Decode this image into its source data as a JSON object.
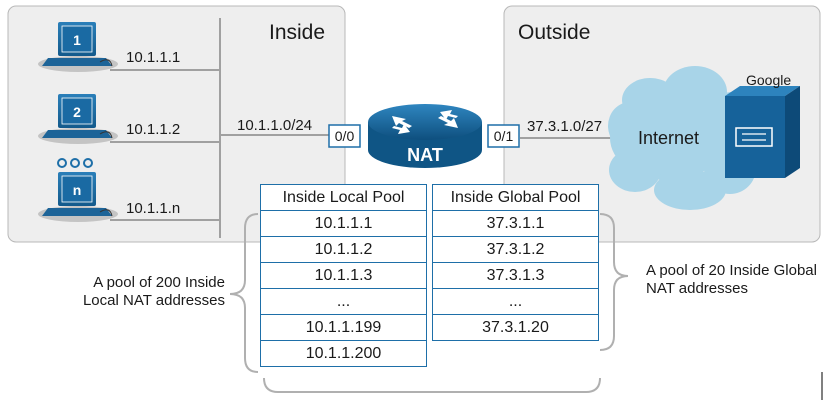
{
  "zones": {
    "inside_label": "Inside",
    "outside_label": "Outside"
  },
  "hosts": [
    {
      "badge": "1",
      "ip": "10.1.1.1"
    },
    {
      "badge": "2",
      "ip": "10.1.1.2"
    },
    {
      "badge": "n",
      "ip": "10.1.1.n"
    }
  ],
  "inside_network": "10.1.1.0/24",
  "outside_network": "37.3.1.0/27",
  "router": {
    "label": "NAT",
    "inside_interface": "0/0",
    "outside_interface": "0/1"
  },
  "cloud_label": "Internet",
  "server_label": "Google",
  "local_pool": {
    "header": "Inside Local Pool",
    "rows": [
      "10.1.1.1",
      "10.1.1.2",
      "10.1.1.3",
      "...",
      "10.1.1.199",
      "10.1.1.200"
    ]
  },
  "global_pool": {
    "header": "Inside Global Pool",
    "rows": [
      "37.3.1.1",
      "37.3.1.2",
      "37.3.1.3",
      "...",
      "37.3.1.20"
    ]
  },
  "notes": {
    "left": "A pool of 200 Inside Local NAT addresses",
    "right": "A pool of 20 Inside Global NAT addresses"
  },
  "colors": {
    "zone_fill": "#eeeeee",
    "zone_border": "#b8b8b8",
    "accent_blue": "#1e6fa8",
    "cloud": "#a8d4e8"
  }
}
